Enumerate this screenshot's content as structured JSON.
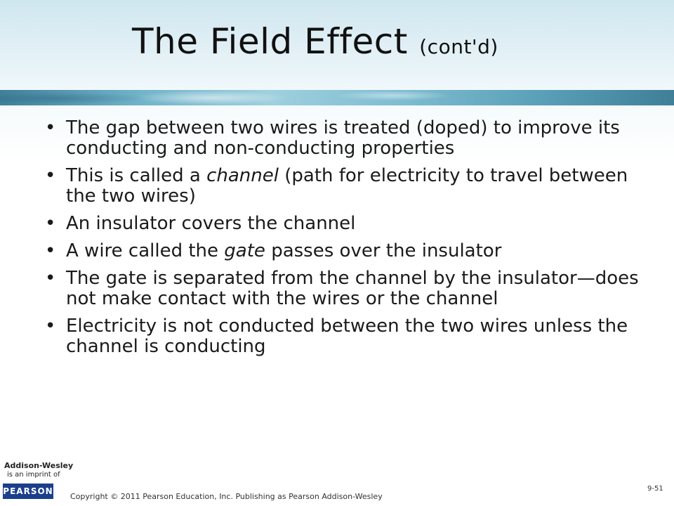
{
  "slide": {
    "title_main": "The Field Effect",
    "title_sub": "(cont'd)"
  },
  "bullets": [
    {
      "before": "The gap between two wires is treated (doped) to improve its conducting and non-conducting properties",
      "em": "",
      "after": ""
    },
    {
      "before": "This is called a ",
      "em": "channel",
      "after": " (path for electricity to travel between the two wires)"
    },
    {
      "before": "An insulator covers the channel",
      "em": "",
      "after": ""
    },
    {
      "before": "A wire called the ",
      "em": "gate",
      "after": " passes over the insulator"
    },
    {
      "before": "The gate is separated from the channel by the insulator—does not make contact with the wires or the channel",
      "em": "",
      "after": ""
    },
    {
      "before": "Electricity is not conducted between the two wires unless the channel is conducting",
      "em": "",
      "after": ""
    }
  ],
  "bullet_symbol": "•",
  "footer": {
    "logo_line1": "Addison-Wesley",
    "logo_line2": "is an imprint of",
    "logo_brand": "PEARSON",
    "copyright": "Copyright © 2011 Pearson Education, Inc. Publishing as Pearson Addison-Wesley",
    "page_number": "9-51"
  }
}
